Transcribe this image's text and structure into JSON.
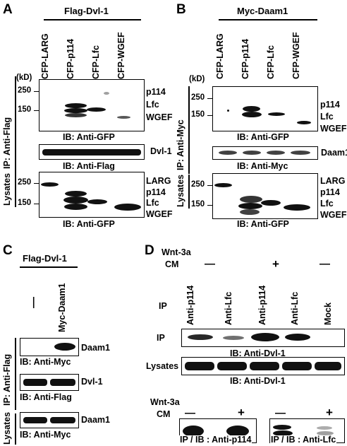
{
  "panelA": {
    "letter": "A",
    "header": "Flag-Dvl-1",
    "lanes": [
      "CFP-LARG",
      "CFP-p114",
      "CFP-Lfc",
      "CFP-WGEF"
    ],
    "kd": "(kD)",
    "markers_top": [
      "250",
      "150"
    ],
    "markers_bottom": [
      "250",
      "150"
    ],
    "ip": "IP: Anti-Flag",
    "lysates": "Lysates",
    "labels_top": [
      "p114",
      "Lfc",
      "WGEF"
    ],
    "label_mid": "Dvl-1",
    "labels_bottom": [
      "LARG",
      "p114",
      "Lfc",
      "WGEF"
    ],
    "ib1": "IB: Anti-GFP",
    "ib2": "IB: Anti-Flag",
    "ib3": "IB: Anti-GFP"
  },
  "panelB": {
    "letter": "B",
    "header": "Myc-Daam1",
    "lanes": [
      "CFP-LARG",
      "CFP-p114",
      "CFP-Lfc",
      "CFP-WGEF"
    ],
    "kd": "(kD)",
    "markers_top": [
      "250",
      "150"
    ],
    "markers_bottom": [
      "250",
      "150"
    ],
    "ip": "IP: Anti-Myc",
    "lysates": "Lysates",
    "labels_top": [
      "p114",
      "Lfc",
      "WGEF"
    ],
    "label_mid": "Daam1",
    "labels_bottom": [
      "LARG",
      "p114",
      "Lfc",
      "WGEF"
    ],
    "ib1": "IB: Anti-GFP",
    "ib2": "IB: Anti-Myc",
    "ib3": "IB: Anti-GFP"
  },
  "panelC": {
    "letter": "C",
    "header": "Flag-Dvl-1",
    "lane1": "—",
    "lane2": "Myc-Daam1",
    "ip": "IP: Anti-Flag",
    "lysates": "Lysates",
    "label1": "Daam1",
    "label2": "Dvl-1",
    "label3": "Daam1",
    "ib1": "IB: Anti-Myc",
    "ib2": "IB: Anti-Flag",
    "ib3": "IB: Anti-Myc"
  },
  "panelD": {
    "letter": "D",
    "wnt": "Wnt-3a",
    "cm": "CM",
    "minus": "—",
    "plus": "+",
    "ip_row": "IP",
    "lanes": [
      "Anti-p114",
      "Anti-Lfc",
      "Anti-p114",
      "Anti-Lfc",
      "Mock"
    ],
    "ip_label": "IP",
    "lysates": "Lysates",
    "ib1": "IB: Anti-Dvl-1",
    "ib2": "IB: Anti-Dvl-1",
    "wnt2": "Wnt-3a",
    "cm2": "CM",
    "foot1": "IP / IB : Anti-p114",
    "foot2": "IP / IB : Anti-Lfc"
  }
}
